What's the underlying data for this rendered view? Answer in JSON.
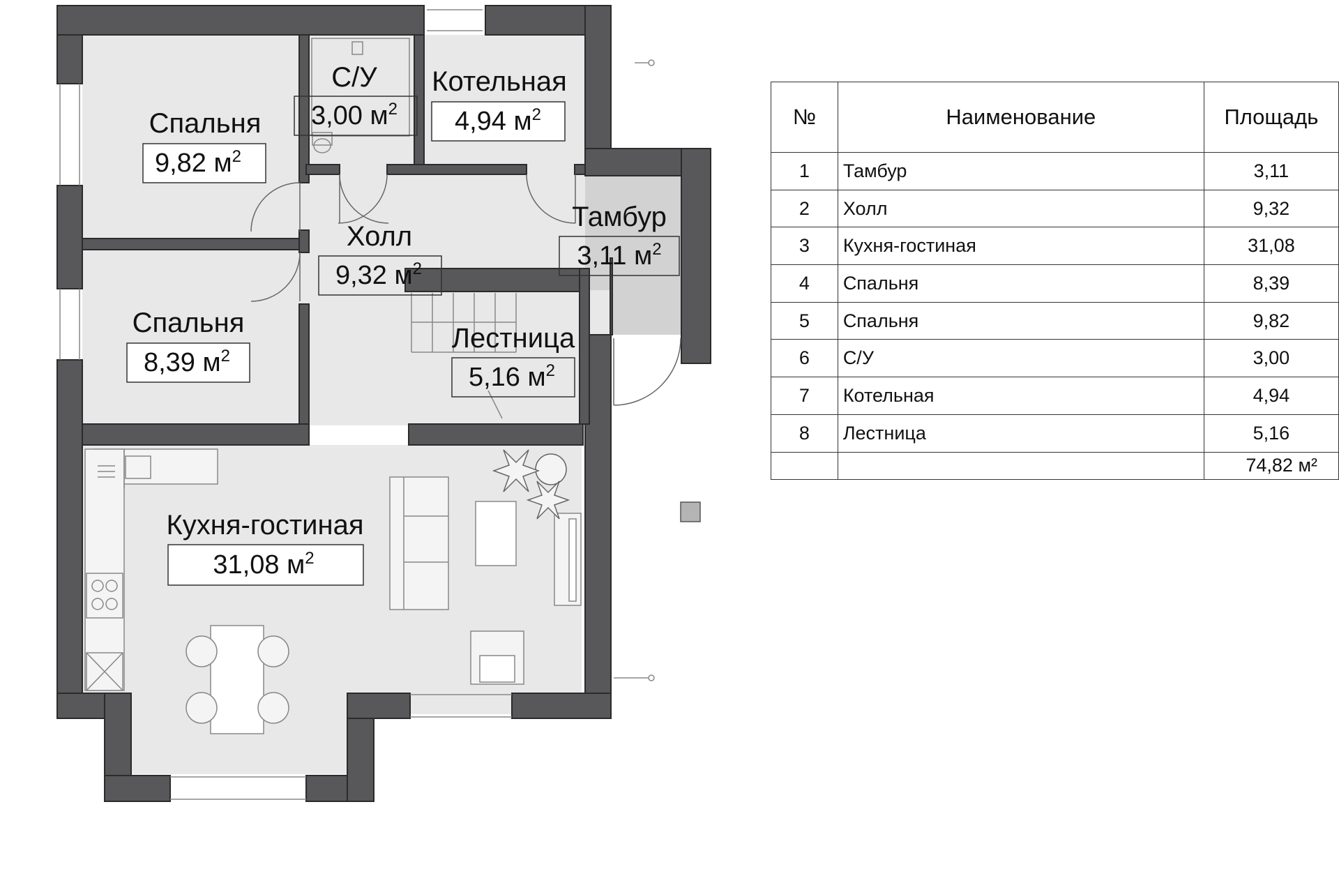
{
  "rooms": [
    {
      "key": "bedroom_left_top",
      "name": "Спальня",
      "area": "9,82 м",
      "unit_sup": "2"
    },
    {
      "key": "bathroom",
      "name": "С/У",
      "area": "3,00 м",
      "unit_sup": "2"
    },
    {
      "key": "boiler",
      "name": "Котельная",
      "area": "4,94 м",
      "unit_sup": "2"
    },
    {
      "key": "vestibule",
      "name": "Тамбур",
      "area": "3,11 м",
      "unit_sup": "2"
    },
    {
      "key": "hall",
      "name": "Холл",
      "area": "9,32 м",
      "unit_sup": "2"
    },
    {
      "key": "bedroom_left_bot",
      "name": "Спальня",
      "area": "8,39 м",
      "unit_sup": "2"
    },
    {
      "key": "staircase",
      "name": "Лестница",
      "area": "5,16 м",
      "unit_sup": "2"
    },
    {
      "key": "kitchen_living",
      "name": "Кухня-гостиная",
      "area": "31,08 м",
      "unit_sup": "2"
    }
  ],
  "legend": {
    "headers": {
      "num": "№",
      "name": "Наименование",
      "area": "Площадь"
    },
    "rows": [
      {
        "num": "1",
        "name": "Тамбур",
        "area": "3,11"
      },
      {
        "num": "2",
        "name": "Холл",
        "area": "9,32"
      },
      {
        "num": "3",
        "name": "Кухня-гостиная",
        "area": "31,08"
      },
      {
        "num": "4",
        "name": "Спальня",
        "area": "8,39"
      },
      {
        "num": "5",
        "name": "Спальня",
        "area": "9,82"
      },
      {
        "num": "6",
        "name": "С/У",
        "area": "3,00"
      },
      {
        "num": "7",
        "name": "Котельная",
        "area": "4,94"
      },
      {
        "num": "8",
        "name": "Лестница",
        "area": "5,16"
      }
    ],
    "total": "74,82 м²"
  },
  "colors": {
    "wall": "#58585a",
    "floor": "#e8e8e8",
    "vestibule_floor": "#d2d2d2",
    "line": "#555555"
  }
}
